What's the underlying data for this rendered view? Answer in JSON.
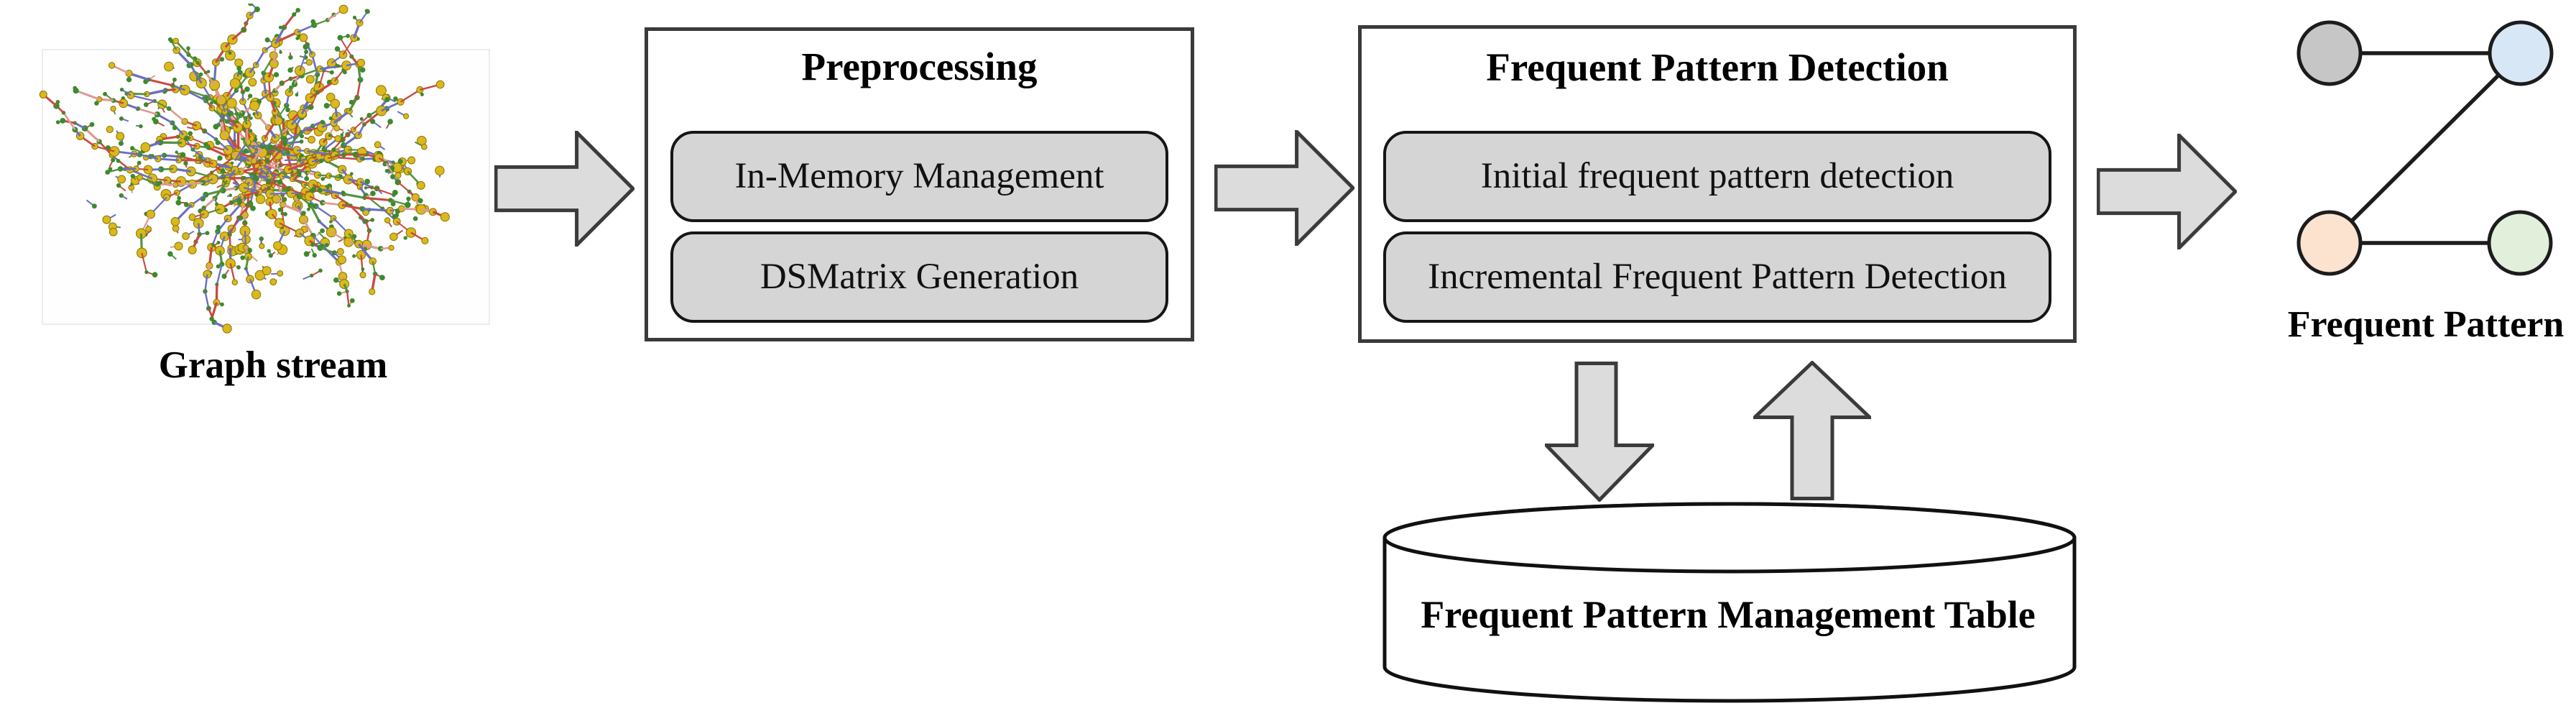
{
  "figure": {
    "input": {
      "label": "Graph stream"
    },
    "preprocessing": {
      "title": "Preprocessing",
      "steps": [
        "In-Memory Management",
        "DSMatrix Generation"
      ]
    },
    "detection": {
      "title": "Frequent Pattern Detection",
      "steps": [
        "Initial frequent pattern detection",
        "Incremental Frequent Pattern Detection"
      ]
    },
    "storage": {
      "label": "Frequent Pattern Management Table"
    },
    "output": {
      "label": "Frequent Pattern",
      "nodes": [
        {
          "id": "gray",
          "color": "#c6c6c6"
        },
        {
          "id": "blue",
          "color": "#d8e7f5"
        },
        {
          "id": "peach",
          "color": "#fbe3d0"
        },
        {
          "id": "green",
          "color": "#e2efdb"
        }
      ],
      "edges": [
        [
          "gray",
          "blue"
        ],
        [
          "blue",
          "peach"
        ],
        [
          "peach",
          "green"
        ]
      ]
    },
    "palette": {
      "arrow_fill": "#dcdcdc",
      "arrow_border": "#3b3b3b",
      "step_fill": "#d5d5d5",
      "step_border": "#161616",
      "box_border": "#3a3a3a",
      "cylinder_stroke": "#111111",
      "node_border": "#1c1c1c",
      "graph_edge_color": "#1c1c1c"
    }
  }
}
